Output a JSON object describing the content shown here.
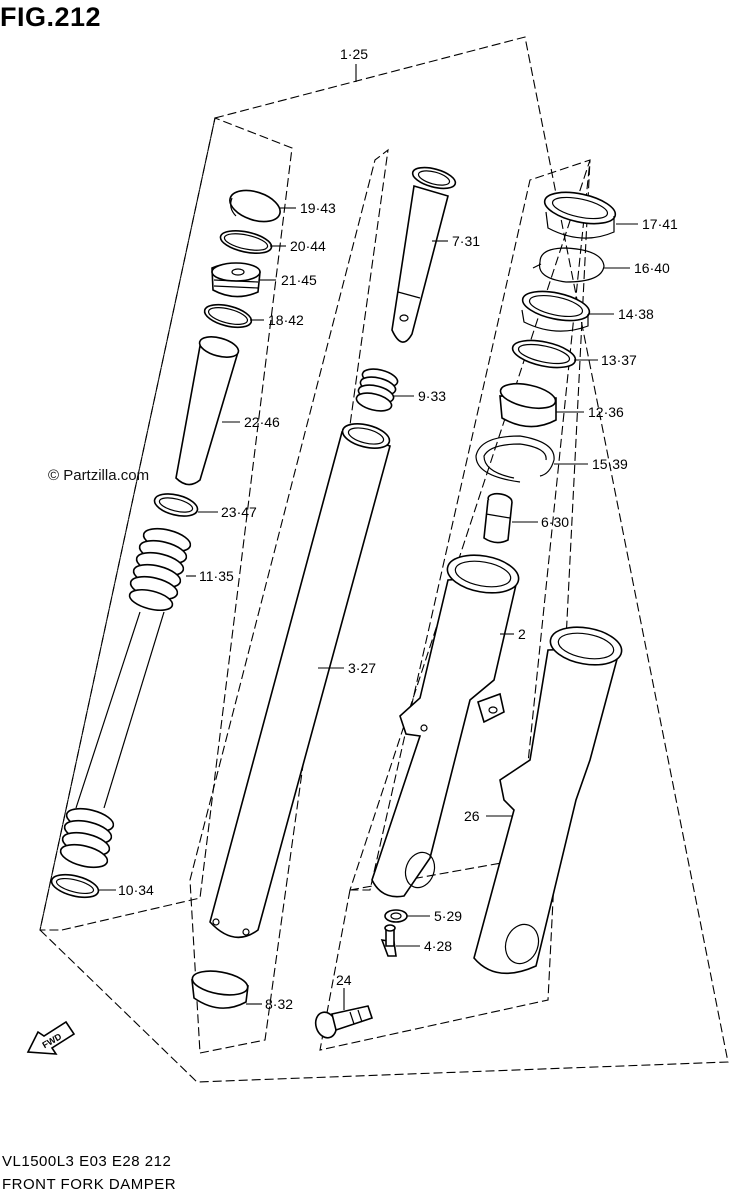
{
  "figure": {
    "title": "FIG.212",
    "watermark": "© Partzilla.com",
    "model_code": "VL1500L3  E03  E28  212",
    "diagram_title": "FRONT FORK DAMPER",
    "direction_label": "FWD"
  },
  "callouts": {
    "c1": "1·25",
    "c2": "2",
    "c3": "3·27",
    "c4": "4·28",
    "c5": "5·29",
    "c6": "6·30",
    "c7": "7·31",
    "c8": "8·32",
    "c9": "9·33",
    "c10": "10·34",
    "c11": "11·35",
    "c12": "12·36",
    "c13": "13·37",
    "c14": "14·38",
    "c15": "15·39",
    "c16": "16·40",
    "c17": "17·41",
    "c18": "18·42",
    "c19": "19·43",
    "c20": "20·44",
    "c21": "21·45",
    "c22": "22·46",
    "c23": "23·47",
    "c24": "24",
    "c26": "26"
  }
}
